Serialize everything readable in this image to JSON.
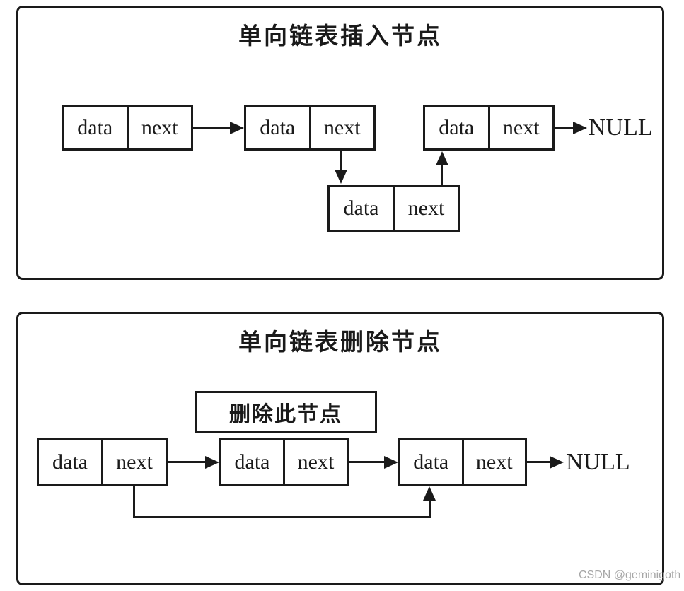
{
  "colors": {
    "ink": "#1a1a1a",
    "background": "#ffffff",
    "watermark": "#a6a6a6"
  },
  "watermark": "CSDN @geminigoth",
  "panels": [
    {
      "title": "单向链表插入节点",
      "terminator": "NULL",
      "nodes": [
        {
          "data": "data",
          "next": "next"
        },
        {
          "data": "data",
          "next": "next"
        },
        {
          "data": "data",
          "next": "next"
        },
        {
          "data": "data",
          "next": "next"
        }
      ]
    },
    {
      "title": "单向链表删除节点",
      "terminator": "NULL",
      "callout": "删除此节点",
      "nodes": [
        {
          "data": "data",
          "next": "next"
        },
        {
          "data": "data",
          "next": "next"
        },
        {
          "data": "data",
          "next": "next"
        }
      ]
    }
  ]
}
